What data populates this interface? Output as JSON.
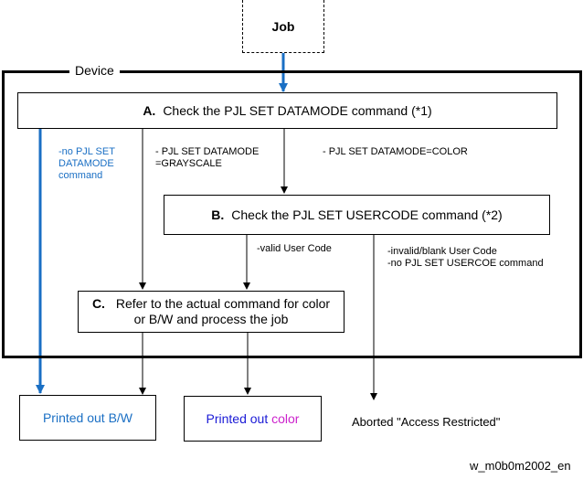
{
  "job": {
    "label": "Job"
  },
  "device": {
    "label": "Device"
  },
  "step_a": {
    "letter": "A.",
    "text": "Check the PJL SET DATAMODE command (*1)"
  },
  "step_b": {
    "letter": "B.",
    "text": "Check the PJL SET USERCODE command (*2)"
  },
  "step_c": {
    "letter": "C.",
    "line1": "Refer to the actual command for color",
    "line2": "or B/W and process the job"
  },
  "annotations": {
    "no_datamode": "-no PJL SET\nDATAMODE\ncommand",
    "grayscale": "- PJL SET DATAMODE\n=GRAYSCALE",
    "color": "- PJL SET DATAMODE=COLOR",
    "valid_user": "-valid User Code",
    "invalid_user": "-invalid/blank User Code\n-no PJL SET USERCOE command"
  },
  "outputs": {
    "bw": "Printed out B/W",
    "color_prefix": "Printed out",
    "color_word": "color",
    "aborted": "Aborted \"Access Restricted\""
  },
  "footer": {
    "code": "w_m0b0m2002_en"
  },
  "colors": {
    "blue": "#1a6fc4",
    "bw_text": "#1a6fc4",
    "color_prefix": "#1a1ad6",
    "color_word": "#cc22cc"
  }
}
